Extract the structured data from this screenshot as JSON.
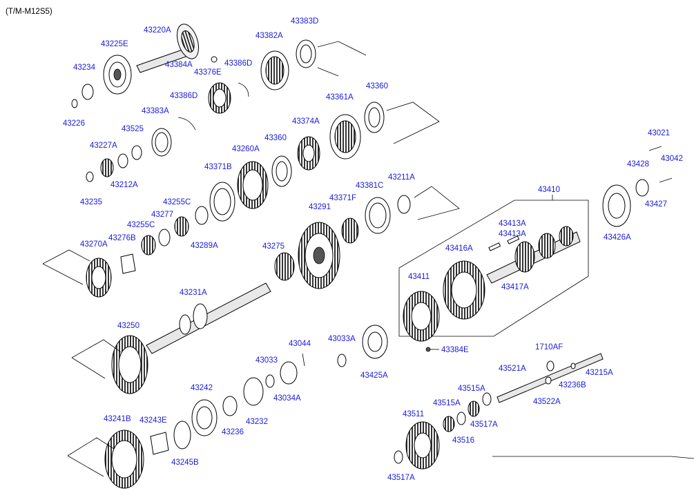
{
  "diagram_code": "(T/M-M12S5)",
  "parts": [
    "43220A",
    "43383D",
    "43225E",
    "43382A",
    "43384A",
    "43386D",
    "43234",
    "43376E",
    "43226",
    "43386D",
    "43383A",
    "43361A",
    "43360",
    "43525",
    "43374A",
    "43227A",
    "43360",
    "43260A",
    "43212A",
    "43021",
    "43428",
    "43042",
    "43371B",
    "43235",
    "43381C",
    "43211A",
    "43410",
    "43427",
    "43255C",
    "43291",
    "43371F",
    "43277",
    "43413A",
    "43255C",
    "43426A",
    "43413A",
    "43289A",
    "43276B",
    "43270A",
    "43416A",
    "43275",
    "43411",
    "43417A",
    "43231A",
    "43250",
    "43033A",
    "43044",
    "43384E",
    "43033",
    "1710AF",
    "43034A",
    "43425A",
    "43521A",
    "43215A",
    "43242",
    "43236B",
    "43232",
    "43236",
    "43522A",
    "43515A",
    "43515A",
    "43511",
    "43241B",
    "43243E",
    "43517A",
    "43516",
    "43245B",
    "43517A"
  ]
}
